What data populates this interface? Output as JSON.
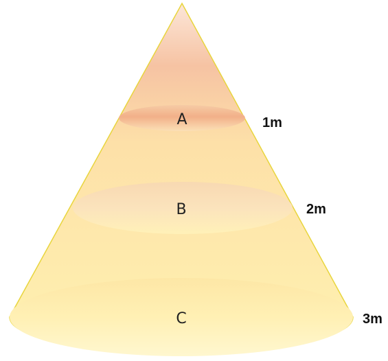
{
  "cone": {
    "colors": {
      "outline": "#e8d53c",
      "body_top": "#f6bfa0",
      "body_bottom": "#fff0a3",
      "section_warm": "#f4b690",
      "section_light": "#fff3b8"
    },
    "sections": [
      {
        "label": "A",
        "distance": "1m"
      },
      {
        "label": "B",
        "distance": "2m"
      },
      {
        "label": "C",
        "distance": "3m"
      }
    ]
  }
}
